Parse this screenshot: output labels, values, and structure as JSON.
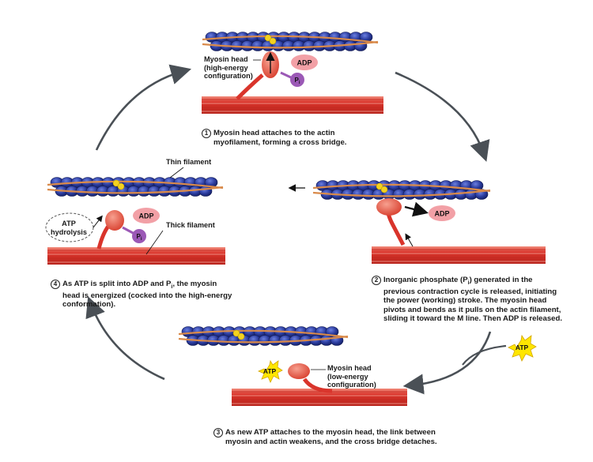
{
  "labels": {
    "myosin_head_high": [
      "Myosin head",
      "(high-energy",
      "configuration)"
    ],
    "myosin_head_low": [
      "Myosin head",
      "(low-energy",
      "configuration)"
    ],
    "thin_filament": "Thin filament",
    "thick_filament": "Thick filament",
    "adp": "ADP",
    "pi": "P",
    "pi_sub": "i",
    "atp": "ATP",
    "atp_hydrolysis": [
      "ATP",
      "hydrolysis"
    ]
  },
  "steps": [
    {
      "number": "1",
      "text": [
        "Myosin head attaches to the actin",
        "myofilament, forming a cross bridge."
      ]
    },
    {
      "number": "2",
      "text": [
        "Inorganic phosphate (P",
        "i",
        ") generated in the",
        "previous contraction cycle is released, initiating",
        "the power (working) stroke. The myosin head",
        "pivots and bends as it pulls on the actin filament,",
        "sliding it toward the M line. Then ADP is released."
      ]
    },
    {
      "number": "3",
      "text": [
        "As new ATP attaches to the myosin head, the link between",
        "myosin and actin weakens, and the cross bridge detaches."
      ]
    },
    {
      "number": "4",
      "text": [
        "As ATP is split into ADP and P",
        "i",
        ", the myosin",
        "head is energized (cocked into the high-energy",
        "conformation)."
      ]
    }
  ],
  "colors": {
    "actin": "#2b3c9e",
    "actin_highlight": "#5a6fd0",
    "tropomyosin": "#d98a4a",
    "thick_filament": "#d9342b",
    "myosin_head": "#e55a4a",
    "adp_fill": "#f2a0a6",
    "pi_fill": "#9b59b6",
    "atp_fill": "#ffe600",
    "binding_site": "#f4d21f",
    "arrow": "#4a5056"
  }
}
